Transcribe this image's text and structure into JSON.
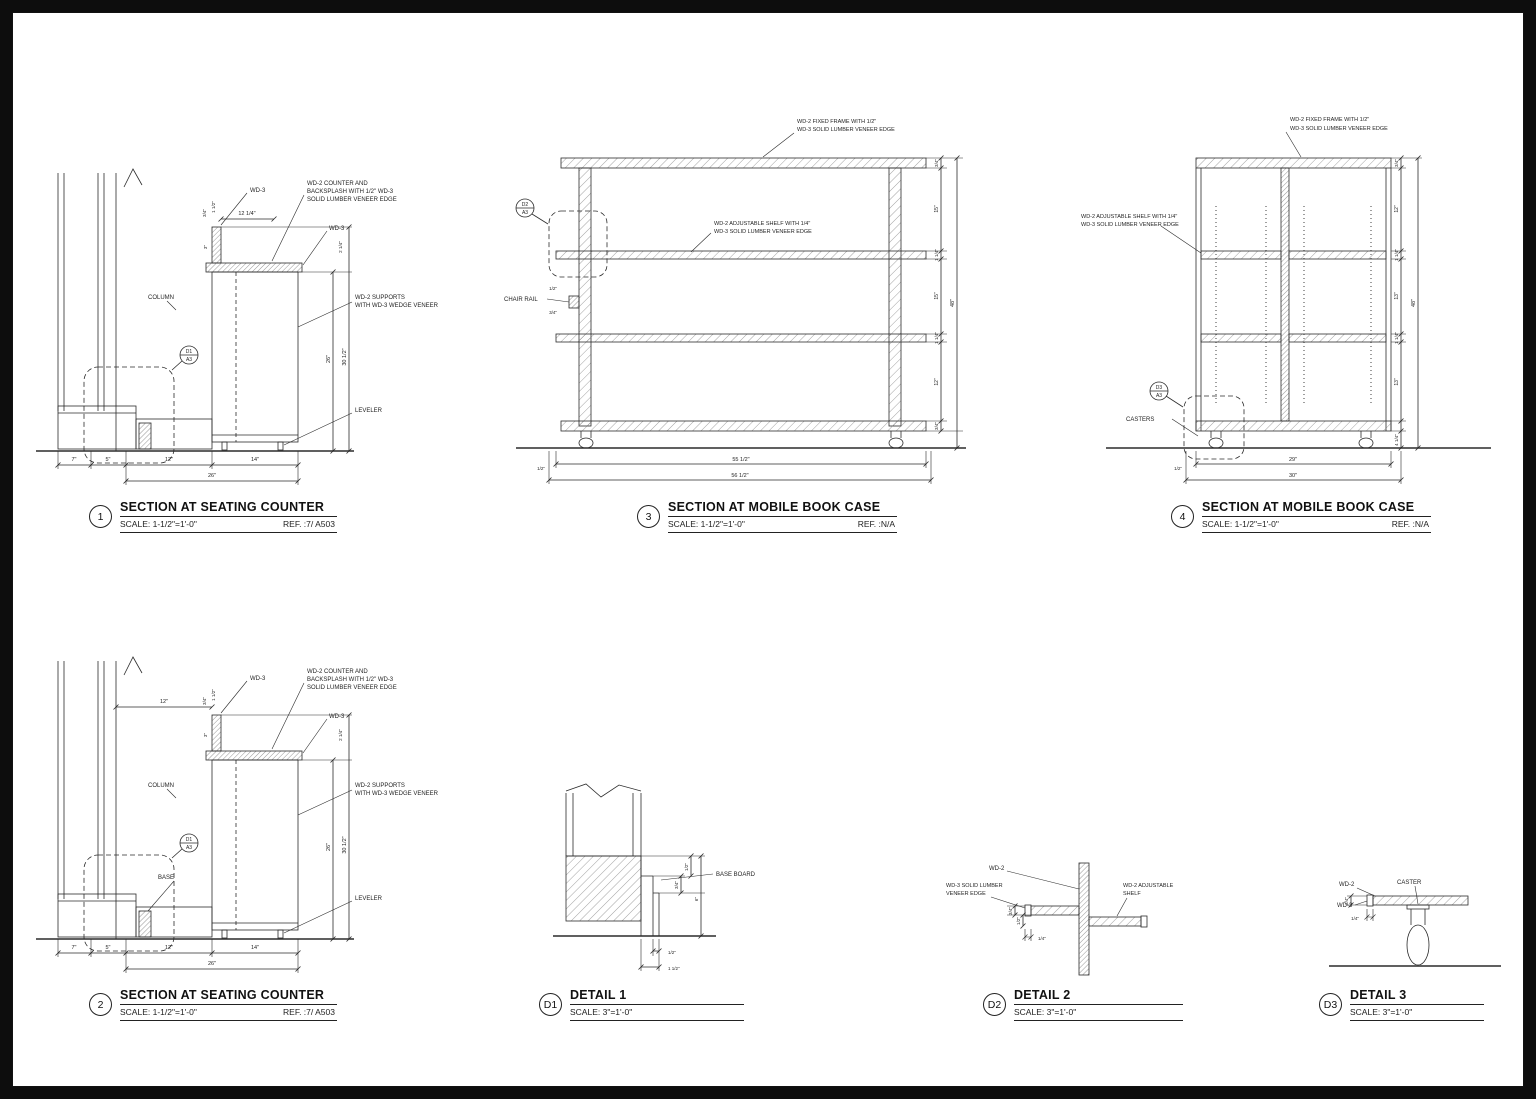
{
  "sheet": {
    "background": "#ffffff",
    "frame_color": "#0d0d0d",
    "line_color": "#2b2b2b"
  },
  "titles": {
    "s1": {
      "num": "1",
      "title": "SECTION AT SEATING COUNTER",
      "scale": "SCALE: 1-1/2\"=1'-0\"",
      "ref": "REF. :7/ A503"
    },
    "s2": {
      "num": "2",
      "title": "SECTION AT SEATING COUNTER",
      "scale": "SCALE: 1-1/2\"=1'-0\"",
      "ref": "REF. :7/ A503"
    },
    "s3": {
      "num": "3",
      "title": "SECTION AT MOBILE BOOK CASE",
      "scale": "SCALE: 1-1/2\"=1'-0\"",
      "ref": "REF. :N/A"
    },
    "s4": {
      "num": "4",
      "title": "SECTION AT MOBILE BOOK CASE",
      "scale": "SCALE: 1-1/2\"=1'-0\"",
      "ref": "REF. :N/A"
    },
    "d1": {
      "num": "D1",
      "title": "DETAIL 1",
      "scale": "SCALE: 3\"=1'-0\"",
      "ref": ""
    },
    "d2": {
      "num": "D2",
      "title": "DETAIL 2",
      "scale": "SCALE: 3\"=1'-0\"",
      "ref": ""
    },
    "d3": {
      "num": "D3",
      "title": "DETAIL 3",
      "scale": "SCALE: 3\"=1'-0\"",
      "ref": ""
    }
  },
  "s1": {
    "bubble": {
      "top": "D1",
      "bottom": "A3"
    },
    "labels": {
      "wd3_top": "WD-3",
      "counter_1": "WD-2 COUNTER AND",
      "counter_2": "BACKSPLASH WITH 1/2\" WD-3",
      "counter_3": "SOLID LUMBER VENEER EDGE",
      "wd3_side": "WD-3",
      "column": "COLUMN",
      "supports_1": "WD-2  SUPPORTS",
      "supports_2": "WITH WD-3 WEDGE VENEER",
      "leveler": "LEVELER"
    },
    "dims": {
      "top": "12 1/4\"",
      "f_a": "3/4\"",
      "f_b": "1 1/2\"",
      "f_c": "3\"",
      "f_d": "2 1/4\"",
      "b1": "7\"",
      "b2": "5\"",
      "b3": "12\"",
      "b4": "14\"",
      "b5": "26\"",
      "r1": "26\"",
      "r2": "30 1/2\""
    }
  },
  "s2": {
    "bubble": {
      "top": "D1",
      "bottom": "A3"
    },
    "labels": {
      "wd3_top": "WD-3",
      "counter_1": "WD-2 COUNTER AND",
      "counter_2": "BACKSPLASH WITH 1/2\" WD-3",
      "counter_3": "SOLID LUMBER VENEER EDGE",
      "wd3_side": "WD-3",
      "column": "COLUMN",
      "supports_1": "WD-2  SUPPORTS",
      "supports_2": "WITH WD-3 WEDGE VENEER",
      "base": "BASE",
      "leveler": "LEVELER"
    },
    "dims": {
      "top": "12\"",
      "f_a": "3/4\"",
      "f_b": "1 1/2\"",
      "f_c": "3\"",
      "f_d": "2 1/4\"",
      "b1": "7\"",
      "b2": "5\"",
      "b3": "12\"",
      "b4": "14\"",
      "b5": "26\"",
      "r1": "26\"",
      "r2": "30 1/2\""
    }
  },
  "s3": {
    "bubble": {
      "top": "D2",
      "bottom": "A3"
    },
    "labels": {
      "frame_1": "WD-2  FIXED FRAME WITH 1/2\"",
      "frame_2": "WD-3 SOLID LUMBER VENEER EDGE",
      "shelf_1": "WD-2  ADJUSTABLE SHELF WITH 1/4\"",
      "shelf_2": "WD-3 SOLID LUMBER VENEER EDGE",
      "chair_rail": "CHAIR RAIL"
    },
    "dims": {
      "cr1": "1/2\"",
      "cr2": "3/4\"",
      "r1": "3/4\"",
      "r2": "15\"",
      "r3": "1 1/4\"",
      "r4": "15\"",
      "r5": "1 1/4\"",
      "r6": "12\"",
      "r7": "3/4\"",
      "r_total": "48\"",
      "b_half": "1/2\"",
      "b1": "55 1/2\"",
      "b2": "56 1/2\""
    }
  },
  "s4": {
    "bubble": {
      "top": "D3",
      "bottom": "A3"
    },
    "labels": {
      "frame_1": "WD-2  FIXED FRAME WITH 1/2\"",
      "frame_2": "WD-3 SOLID LUMBER VENEER EDGE",
      "shelf_1": "WD-2  ADJUSTABLE SHELF WITH 1/4\"",
      "shelf_2": "WD-3 SOLID LUMBER VENEER EDGE",
      "casters": "CASTERS"
    },
    "dims": {
      "r1": "3/4\"",
      "r2": "12\"",
      "r3": "1 1/4\"",
      "r4": "13\"",
      "r5": "1 1/4\"",
      "r6": "13\"",
      "r7": "4 1/4\"",
      "r_total": "48\"",
      "b_half": "1/2\"",
      "b1": "29\"",
      "b2": "30\""
    }
  },
  "d1": {
    "labels": {
      "base_board": "BASE BOARD"
    },
    "dims": {
      "f1": "3/4\"",
      "f2": "1/2\"",
      "f3": "6\"",
      "b1": "1/2\"",
      "b2": "1 1/2\""
    }
  },
  "d2": {
    "labels": {
      "wd2": "WD-2",
      "veneer_1": "WD-3 SOLID LUMBER",
      "veneer_2": "VENEER EDGE",
      "shelf_1": "WD-2 ADJUSTABLE",
      "shelf_2": "SHELF"
    },
    "dims": {
      "f1": "3/4\"",
      "f2": "1/4\"",
      "f3": "1/2\""
    }
  },
  "d3": {
    "labels": {
      "wd2": "WD-2",
      "wd3": "WD-3",
      "caster": "CASTER"
    },
    "dims": {
      "f1": "3/4\"",
      "f2": "1/4\""
    }
  }
}
